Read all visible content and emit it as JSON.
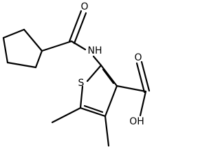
{
  "molecule": {
    "atoms": {
      "S": "S",
      "O_amide": "O",
      "NH": "NH",
      "O_acid": "O",
      "OH": "OH"
    }
  },
  "colors": {
    "bond": "#000000",
    "background": "#ffffff"
  }
}
